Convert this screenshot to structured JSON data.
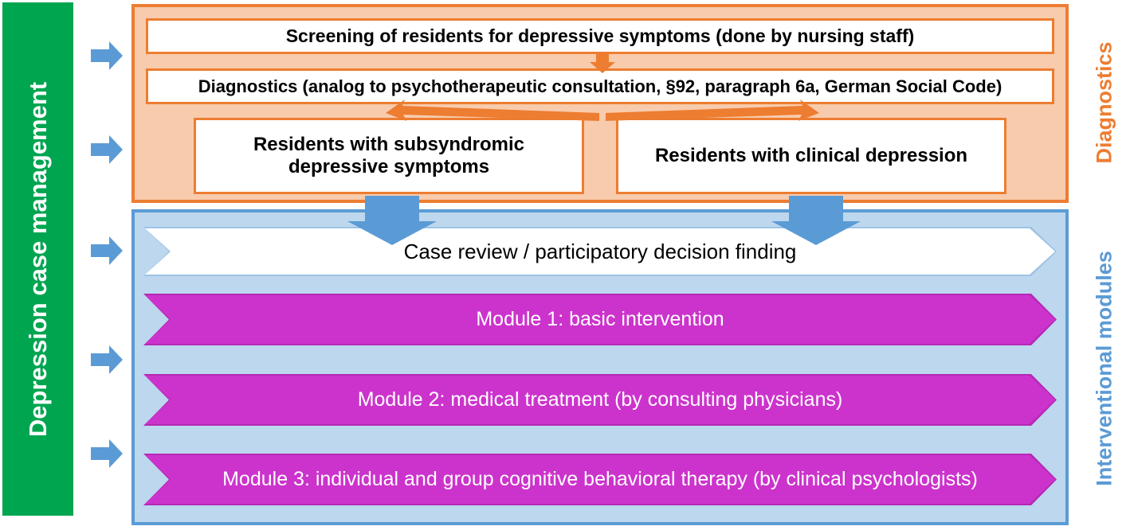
{
  "diagram": {
    "title_bar": {
      "label": "Depression case management",
      "color": "#00A550",
      "text_color": "#FFFFFF"
    },
    "side_labels": [
      {
        "name": "diagnostics",
        "label": "Diagnostics",
        "color": "#ED7D31"
      },
      {
        "name": "interventional",
        "label": "Interventional modules",
        "color": "#5B9BD5"
      }
    ],
    "sections": {
      "diagnostics": {
        "fill": "#F8CBAD",
        "border": "#ED7D31",
        "boxes": [
          {
            "name": "screening",
            "label": "Screening of residents for depressive symptoms (done by nursing staff)"
          },
          {
            "name": "diagnostics",
            "label": "Diagnostics (analog to  psychotherapeutic consultation, §92, paragraph 6a, German Social Code)"
          },
          {
            "name": "subsyndromic",
            "label": "Residents with subsyndromic depressive symptoms"
          },
          {
            "name": "clinical",
            "label": "Residents with clinical depression"
          }
        ]
      },
      "interventional": {
        "fill": "#BDD7EE",
        "border": "#5B9BD5",
        "case_review": {
          "name": "case-review",
          "label": "Case review / participatory decision finding",
          "fill": "#FFFFFF",
          "text_color": "#000000"
        },
        "modules": [
          {
            "name": "module-1",
            "label": "Module 1: basic intervention"
          },
          {
            "name": "module-2",
            "label": "Module 2: medical treatment (by consulting physicians)"
          },
          {
            "name": "module-3",
            "label": "Module 3: individual and group cognitive behavioral therapy (by clinical psychologists)"
          }
        ],
        "module_fill": "#CC33CC",
        "module_text_color": "#FFFFFF"
      }
    },
    "connectors": {
      "entry_arrow_color": "#5B9BD5",
      "entry_arrow_count": 5,
      "flow_arrow_color": "#ED7D31",
      "transfer_arrow_color": "#5B9BD5",
      "transfer_arrow_count": 2
    }
  }
}
